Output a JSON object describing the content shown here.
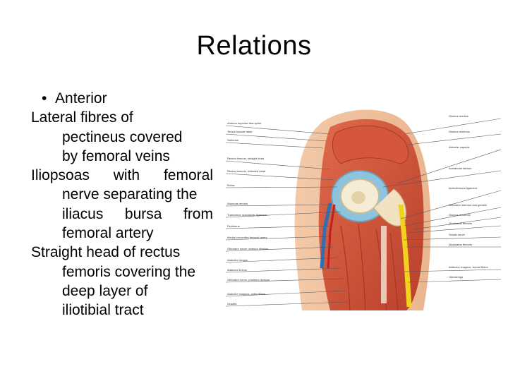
{
  "slide": {
    "title": "Relations",
    "bullet_marker": "•",
    "bullet_label": "Anterior",
    "lines": {
      "l1": "Lateral fibres of",
      "l2": "pectineus covered",
      "l3": "by femoral veins",
      "l4": [
        "Iliopsoas",
        "with",
        "femoral"
      ],
      "l5": "nerve separating the",
      "l6": [
        "iliacus",
        "bursa",
        "from"
      ],
      "l7": "femoral artery",
      "l8": "Straight head of rectus",
      "l9": "femoris covering the",
      "l10": "deep layer of",
      "l11": "iliotibial tract"
    }
  },
  "figure": {
    "left_labels": [
      "Anterior superior iliac spine",
      "Tensor fasciae latae",
      "Sartorius",
      "Rectus femoris, straight head",
      "Rectus femoris, reflected head",
      "Bursa",
      "Iliopsoas tendon",
      "Transverse acetabular ligament",
      "Pectineus",
      "Medial circumflex femoral artery",
      "Obturator nerve, anterior division",
      "Adductor longus",
      "Adductor brevis",
      "Obturator nerve, posterior division",
      "Adductor magnus, pubic fibres",
      "Gracilis"
    ],
    "right_labels": [
      "Gluteus medius",
      "Gluteus minimus",
      "Articular capsule",
      "Acetabular labrum",
      "Ischiofemoral ligament",
      "Obturator internus and gemelli",
      "Gluteus maximus",
      "Quadratus femoris",
      "Sciatic nerve",
      "Quadratus femoris",
      "Adductor magnus, ischial fibres",
      "Hamstrings"
    ]
  }
}
